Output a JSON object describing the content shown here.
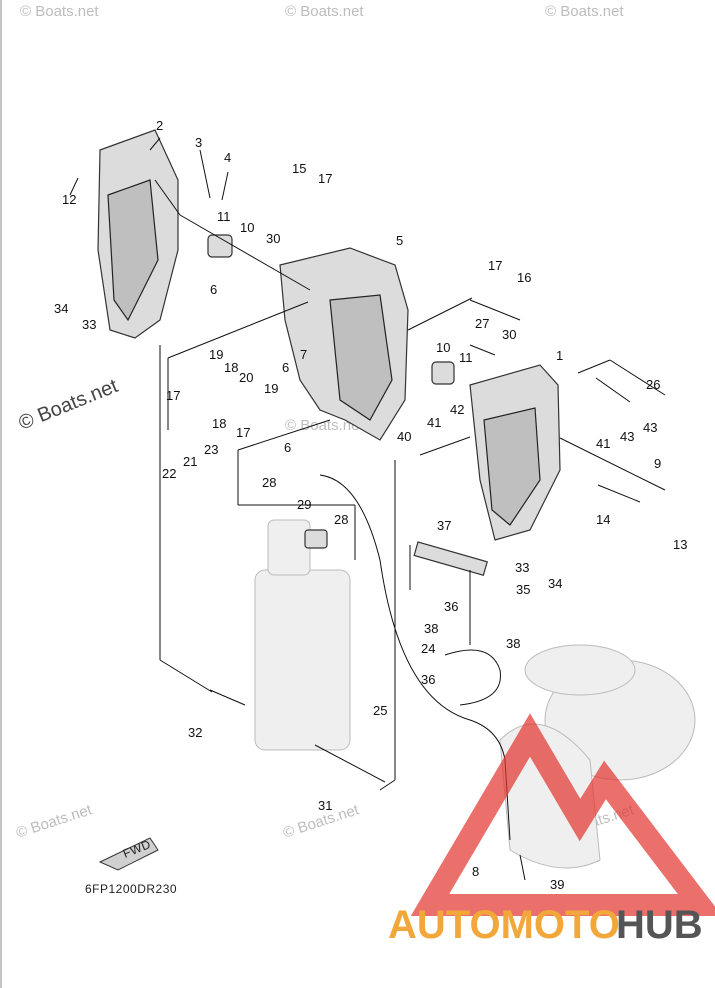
{
  "watermarks": {
    "top_left": "© Boats.net",
    "top_mid": "© Boats.net",
    "top_right": "© Boats.net",
    "side": "© Boats.net",
    "mid": "© Boats.net",
    "bottom_left": "© Boats.net",
    "bottom_mid": "© Boats.net",
    "bottom_right": "© Boats.net"
  },
  "diagram_code": "6FP1200DR230",
  "fwd_label": "FWD",
  "logo": {
    "part1": "AUTOMOTO",
    "part2": "HUB",
    "colors": {
      "accent": "#f2a73b",
      "dark": "#555555",
      "triangle": "#e3332c"
    }
  },
  "callouts": {
    "c1": "1",
    "c2": "2",
    "c3": "3",
    "c4": "4",
    "c5": "5",
    "c6a": "6",
    "c6b": "6",
    "c6c": "6",
    "c7": "7",
    "c8": "8",
    "c9": "9",
    "c10a": "10",
    "c10b": "10",
    "c11a": "11",
    "c11b": "11",
    "c12": "12",
    "c13": "13",
    "c14": "14",
    "c15": "15",
    "c16": "16",
    "c17a": "17",
    "c17b": "17",
    "c17c": "17",
    "c17d": "17",
    "c18a": "18",
    "c18b": "18",
    "c19a": "19",
    "c19b": "19",
    "c20": "20",
    "c21": "21",
    "c22": "22",
    "c23": "23",
    "c24": "24",
    "c25": "25",
    "c26": "26",
    "c27": "27",
    "c28a": "28",
    "c28b": "28",
    "c29": "29",
    "c30a": "30",
    "c30b": "30",
    "c31": "31",
    "c32": "32",
    "c33a": "33",
    "c33b": "33",
    "c34a": "34",
    "c34b": "34",
    "c35": "35",
    "c36a": "36",
    "c36b": "36",
    "c37": "37",
    "c38a": "38",
    "c38b": "38",
    "c39": "39",
    "c40": "40",
    "c41a": "41",
    "c41b": "41",
    "c42": "42",
    "c43a": "43",
    "c43b": "43"
  }
}
